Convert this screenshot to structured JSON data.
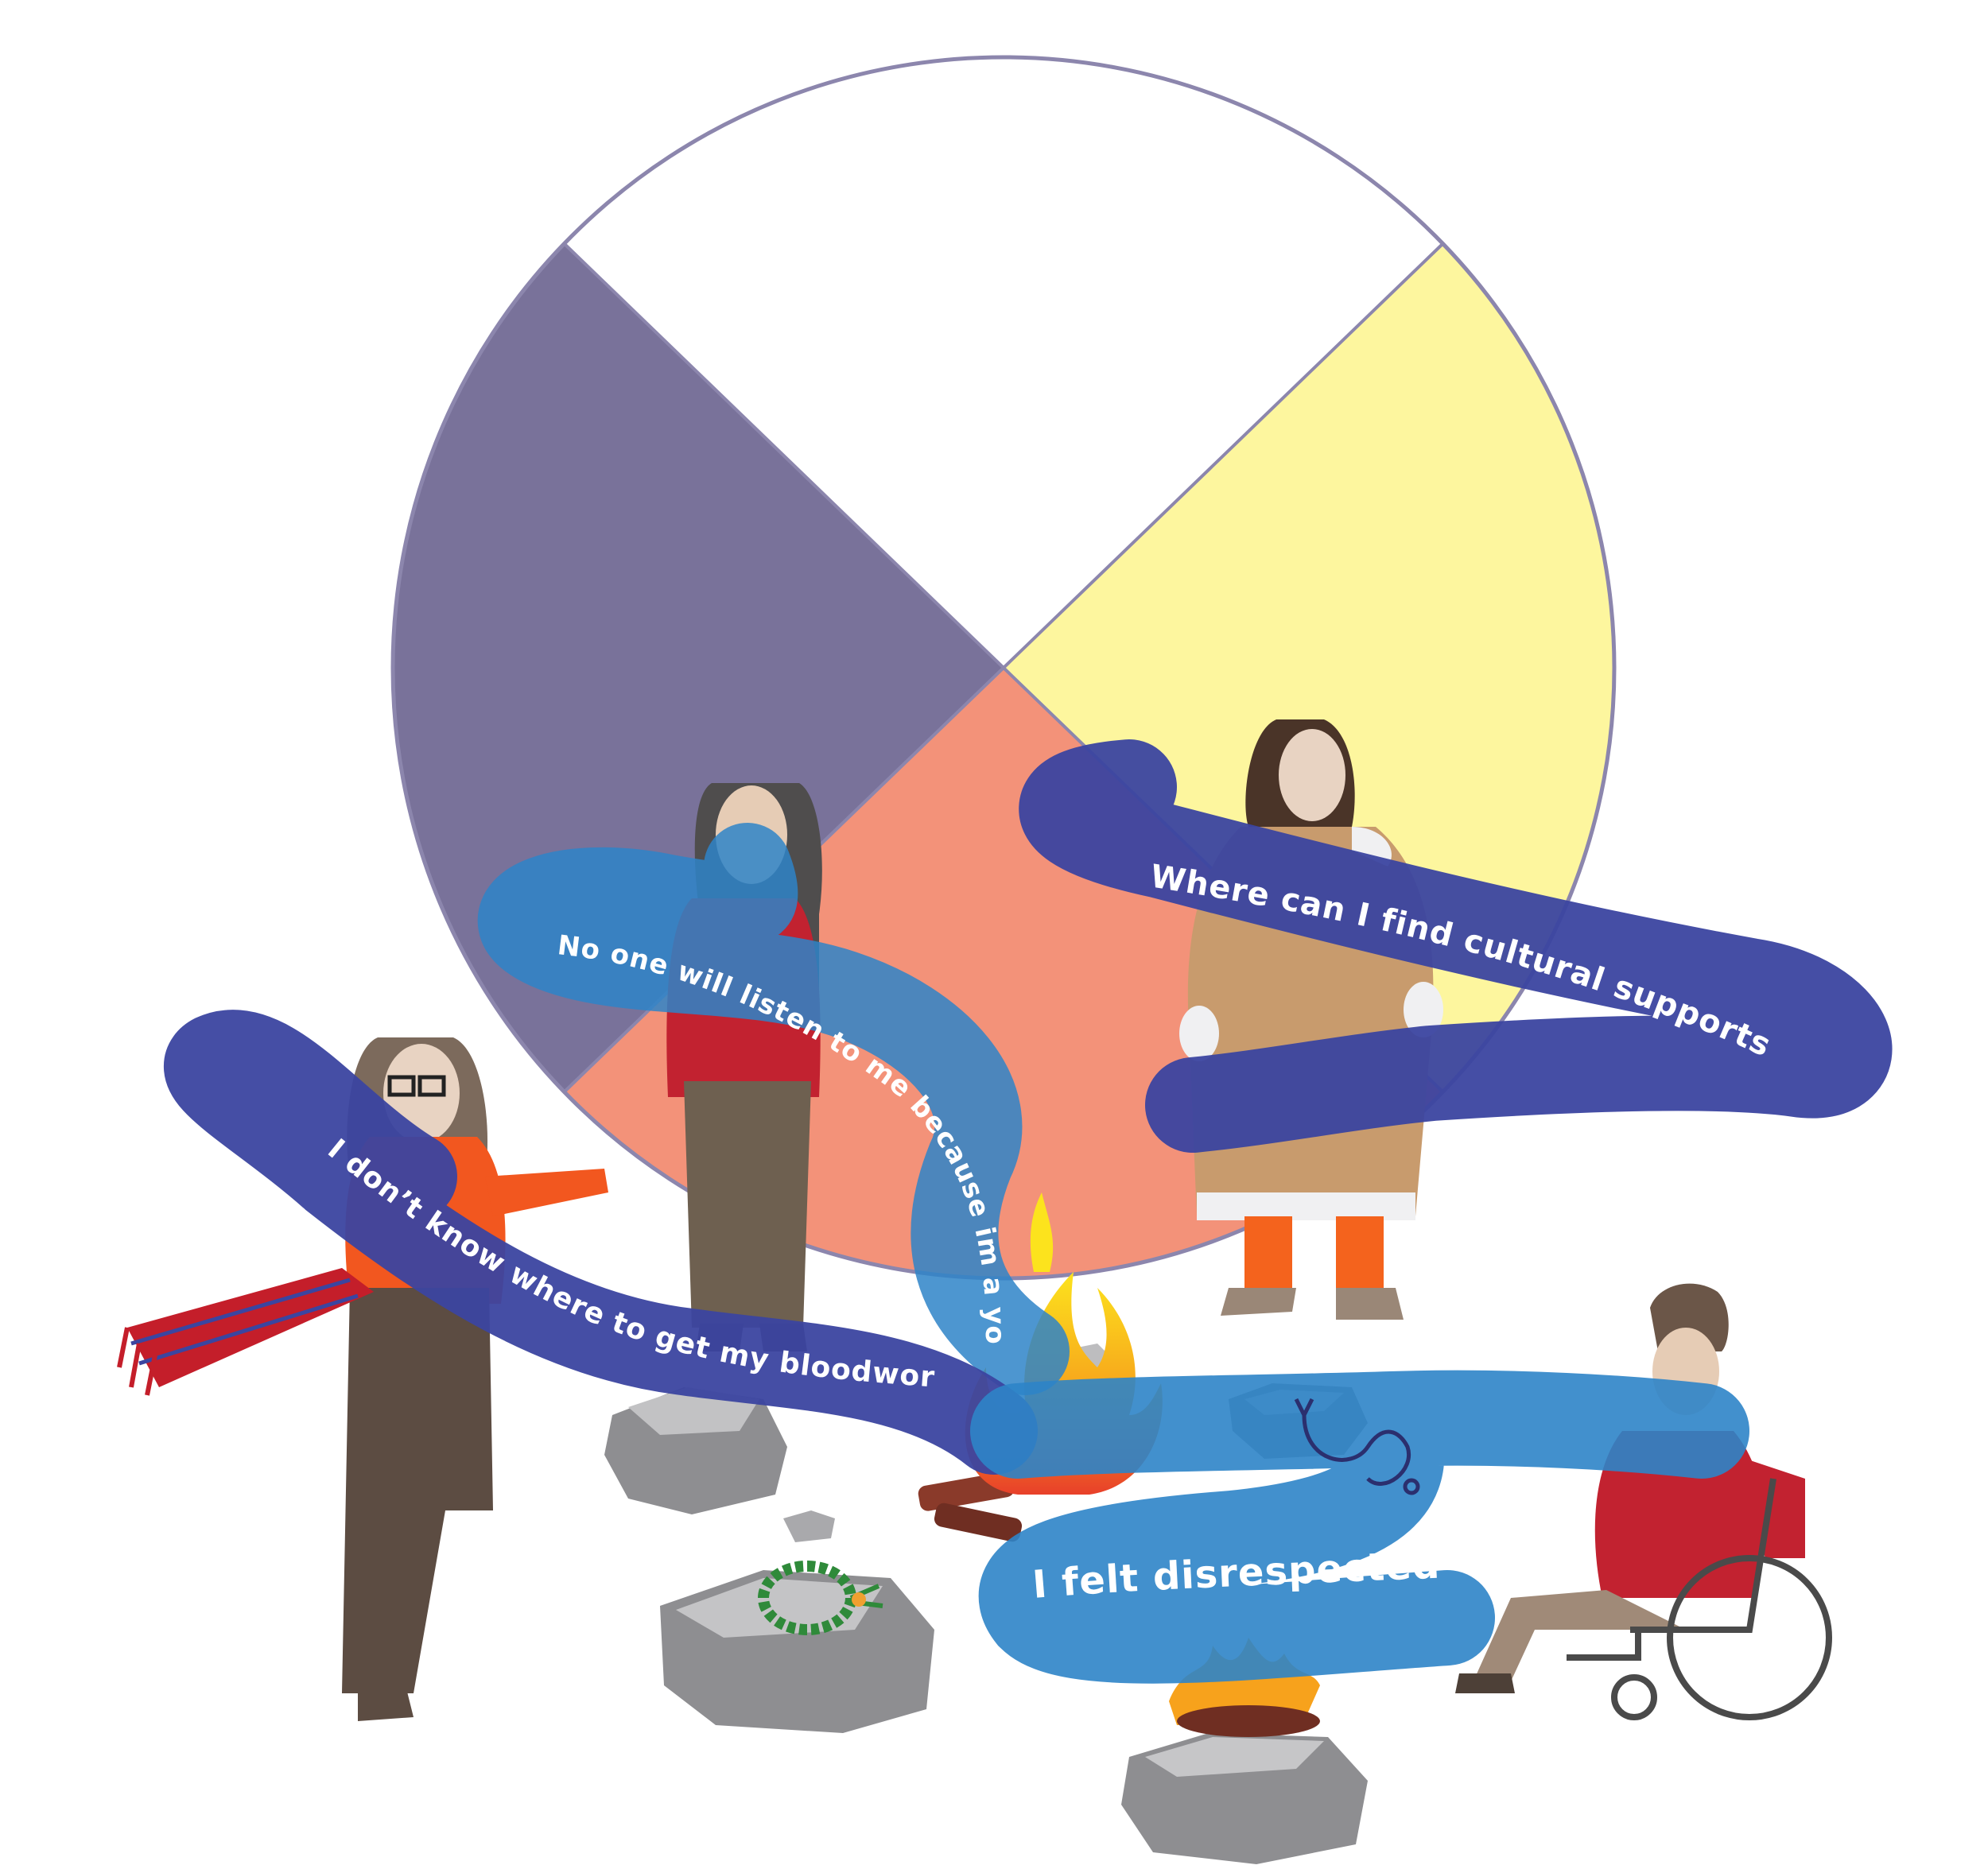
{
  "quotes": {
    "cultural_supports": "Where can I find cultural supports?",
    "no_one_listen": "No one will listen to me because im a youth",
    "bloodwork": "I don’t know where to get my bloodwork",
    "disrespected": "I felt disrespected"
  },
  "colors": {
    "wheel_white": "#ffffff",
    "wheel_yellow": "#fdf69e",
    "wheel_red": "#f39279",
    "wheel_black": "#79729a",
    "wheel_outline": "#8c86ad",
    "ribbon_dark": "#3b45a0",
    "ribbon_light": "#2e84c8",
    "stone": "#9b9b9e",
    "sweetgrass": "#2f8a3a",
    "flame_orange": "#f46b2a",
    "flame_yellow": "#fce31d"
  },
  "icons": [
    "medicine-wheel",
    "sacred-fire",
    "stethoscope-icon",
    "sweetgrass-braid",
    "wheelchair-icon",
    "sash"
  ]
}
